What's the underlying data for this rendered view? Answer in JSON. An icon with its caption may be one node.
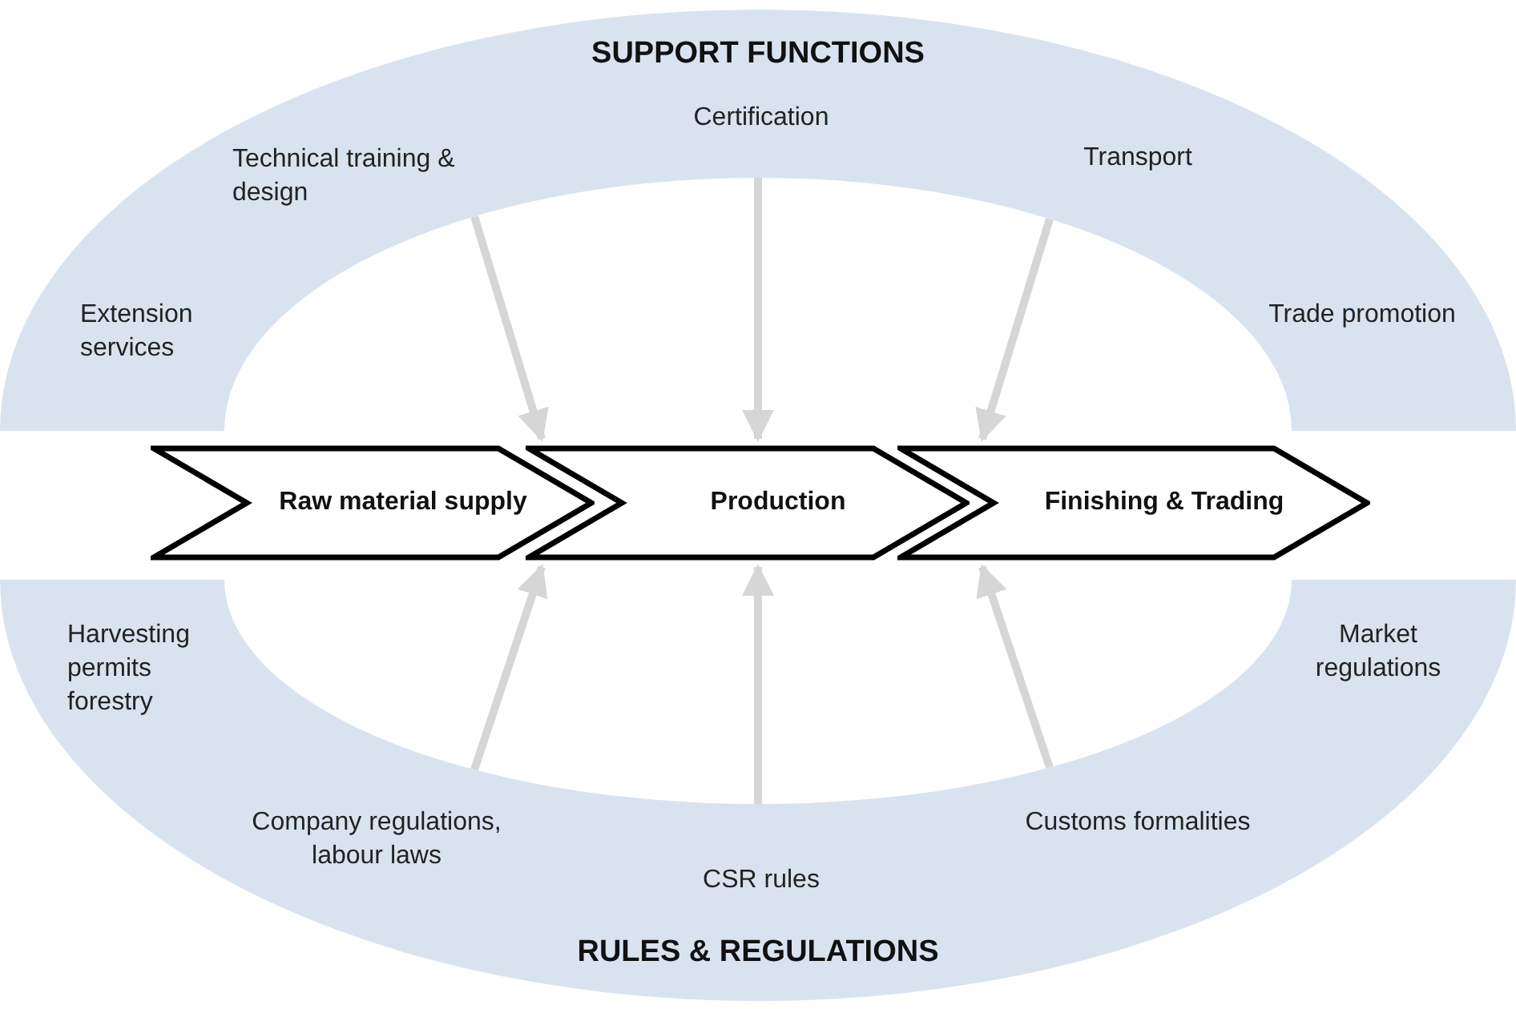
{
  "diagram": {
    "nodes": [
      {
        "text": [
          "SUPPORT FUNCTIONS"
        ]
      },
      {
        "text": [
          "RULES & REGULATIONS"
        ]
      },
      {
        "text": [
          "Raw material supply"
        ]
      },
      {
        "text": [
          "Production"
        ]
      },
      {
        "text": [
          "Finishing & Trading"
        ]
      }
    ],
    "edges": [
      {
        "from": 0,
        "to": 2,
        "arrow": "to"
      },
      {
        "from": 0,
        "to": 3,
        "arrow": "to"
      },
      {
        "from": 0,
        "to": 4,
        "arrow": "to"
      },
      {
        "from": 1,
        "to": 2,
        "arrow": "to"
      },
      {
        "from": 1,
        "to": 3,
        "arrow": "to"
      },
      {
        "from": 1,
        "to": 4,
        "arrow": "to"
      }
    ],
    "labels": [
      "Certification",
      "Technical training & design",
      "Transport",
      "Extension services",
      "Trade promotion",
      "Harvesting permits forestry",
      "Market regulations",
      "Company regulations, labour laws",
      "Customs formalities",
      "CSR rules"
    ]
  }
}
